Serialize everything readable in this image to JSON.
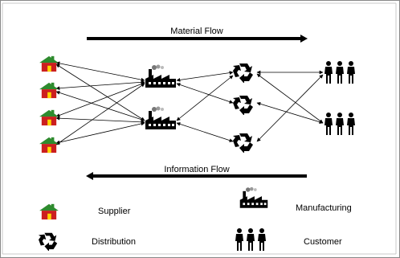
{
  "diagram": {
    "material_flow_label": "Material Flow",
    "information_flow_label": "Information Flow",
    "legend": {
      "supplier": "Supplier",
      "manufacturing": "Manufacturing",
      "distribution": "Distribution",
      "customer": "Customer"
    },
    "nodes": {
      "suppliers": 4,
      "factories": 2,
      "distribution_centers": 3,
      "customer_groups": 2
    },
    "colors": {
      "roof": "#2e8b2e",
      "house": "#cc1f1f",
      "door": "#ffd800",
      "line": "#000000"
    },
    "icons": {
      "supplier": "house-icon",
      "manufacturing": "factory-icon",
      "distribution": "recycle-icon",
      "customer": "people-icon"
    }
  }
}
